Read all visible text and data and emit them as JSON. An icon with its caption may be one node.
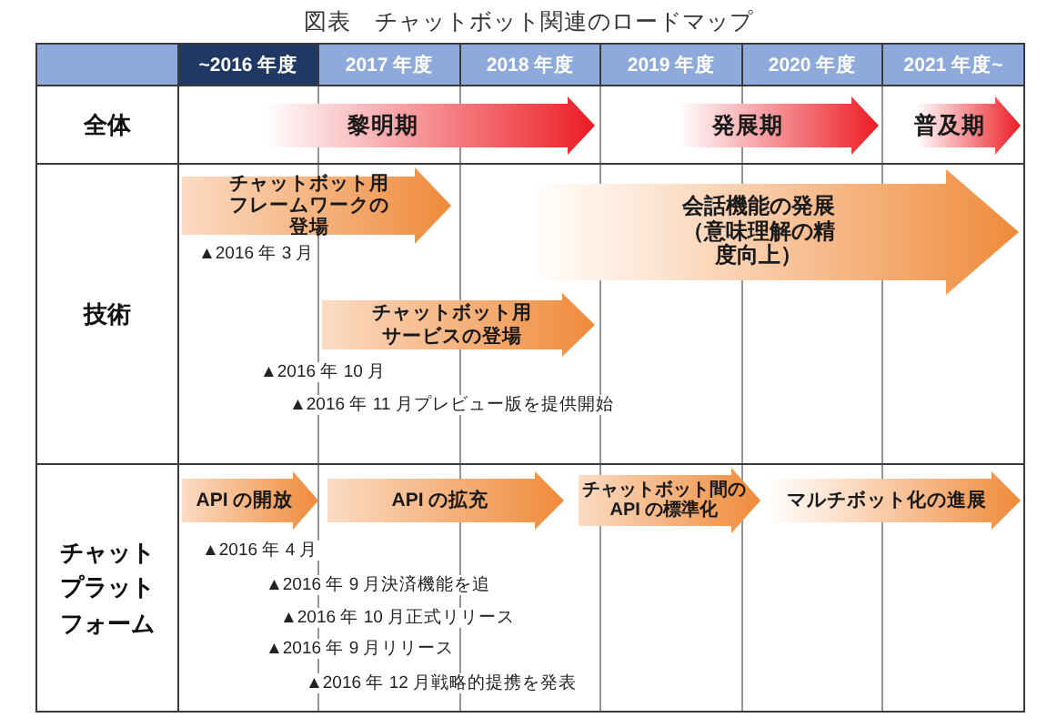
{
  "diagram": {
    "title": "図表　チャットボット関連のロードマップ",
    "nodes": [
      {
        "text": [
          "黎明期"
        ]
      },
      {
        "text": [
          "発展期"
        ]
      },
      {
        "text": [
          "普及期"
        ]
      },
      {
        "text": [
          "チャットボット用フレームワークの登場"
        ]
      },
      {
        "text": [
          "会話機能の発展（意味理解の精度向上）"
        ]
      },
      {
        "text": [
          "チャットボット用サービスの登場"
        ]
      },
      {
        "text": [
          "API の開放"
        ]
      },
      {
        "text": [
          "API の拡充"
        ]
      },
      {
        "text": [
          "チャットボット間のAPI の標準化"
        ]
      },
      {
        "text": [
          "マルチボット化の進展"
        ]
      }
    ],
    "labels": [
      "~2016 年度",
      "2017 年度",
      "2018 年度",
      "2019 年度",
      "2020 年度",
      "2021 年度~",
      "全体",
      "技術",
      "▲2016 年 3 月",
      "▲2016 年 10 月",
      "▲2016 年 11 月プレビュー版を提供開始",
      "チャットプラットフォーム",
      "▲2016 年 4 月",
      "▲2016 年 9 月決済機能を追",
      "▲2016 年 10 月正式リリース",
      "▲2016 年 9 月リリース",
      "▲2016 年 12 月戦略的提携を発表"
    ]
  }
}
